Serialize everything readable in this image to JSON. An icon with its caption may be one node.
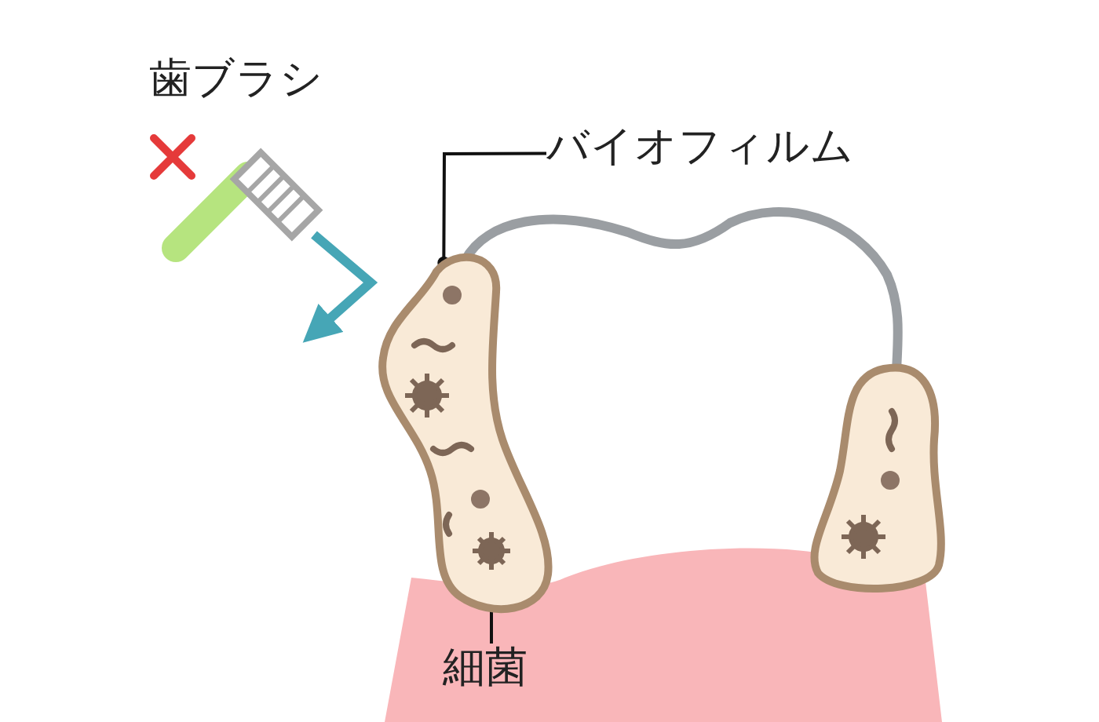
{
  "diagram": {
    "nodes": [
      {
        "text": [
          "歯ブラシ"
        ]
      },
      {
        "text": [],
        "shape": "picture"
      },
      {
        "text": [
          "バイオフィルム"
        ]
      },
      {
        "text": [],
        "shape": "picture"
      },
      {
        "text": [
          "細菌"
        ]
      },
      {
        "text": [],
        "shape": "picture",
        "in": 3
      }
    ],
    "edges": [
      {
        "from": 1,
        "to": null,
        "arrow": "to",
        "style": "thick",
        "color": "#46a6b6"
      },
      {
        "from": 2,
        "to": 3,
        "arrow": "other"
      },
      {
        "from": 4,
        "to": 5,
        "arrow": "other"
      }
    ]
  }
}
